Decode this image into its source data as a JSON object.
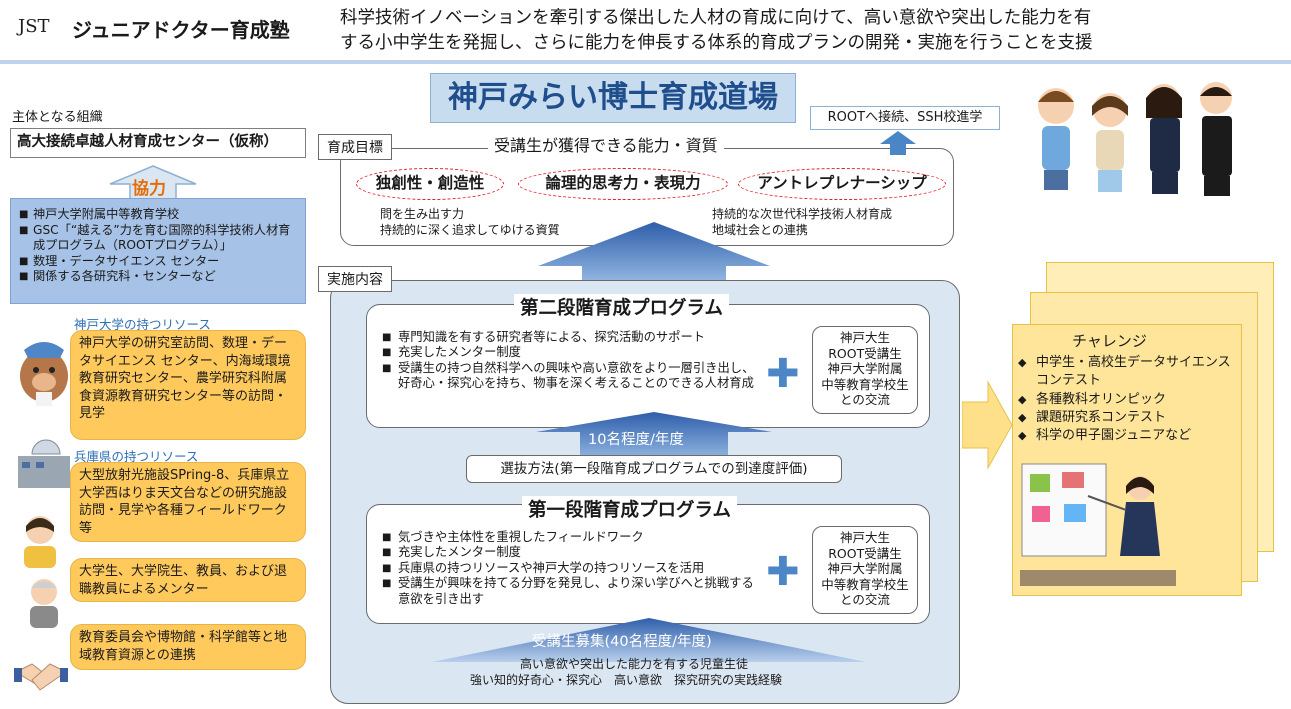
{
  "header": {
    "org": "JST",
    "program": "ジュニアドクター育成塾",
    "description_line1": "科学技術イノベーションを牽引する傑出した人材の育成に向けて、高い意欲や突出した能力を有",
    "description_line2": "する小中学生を発掘し、さらに能力を伸長する体系的育成プランの開発・実施を行うことを支援"
  },
  "main_title": "神戸みらい博士育成道場",
  "left": {
    "org_label": "主体となる組織",
    "org_name": "高大接続卓越人材育成センター（仮称）",
    "coop_label": "協力",
    "coop_items": [
      "神戸大学附属中等教育学校",
      "GSC「“越える”力を育む国際的科学技術人材育成プログラム（ROOTプログラム）」",
      "数理・データサイエンス センター",
      "関係する各研究科・センターなど"
    ],
    "kobe_res_label": "神戸大学の持つリソース",
    "kobe_res_text": "神戸大学の研究室訪問、数理・データサイエンス センター、内海域環境教育研究センター、農学研究科附属 食資源教育研究センター等の訪問・見学",
    "hyogo_res_label": "兵庫県の持つリソース",
    "hyogo_res_text": "大型放射光施設SPring-8、兵庫県立大学西はりま天文台などの研究施設訪問・見学や各種フィールドワーク等",
    "mentor_text": "大学生、大学院生、教員、および退職教員によるメンター",
    "edu_text": "教育委員会や博物館・科学館等と地域教育資源との連携"
  },
  "goals": {
    "tag": "育成目標",
    "title": "受講生が獲得できる能力・資質",
    "abilities": [
      "独創性・創造性",
      "論理的思考力・表現力",
      "アントレプレナーシップ"
    ],
    "left_text_1": "問を生み出す力",
    "left_text_2": "持続的に深く追求してゆける資質",
    "right_text_1": "持続的な次世代科学技術人材育成",
    "right_text_2": "地域社会との連携"
  },
  "implementation": {
    "tag": "実施内容",
    "stage2": {
      "title": "第二段階育成プログラム",
      "items": [
        "専門知識を有する研究者等による、探究活動のサポート",
        "充実したメンター制度",
        "受講生の持つ自然科学への興味や高い意欲をより一層引き出し、好奇心・探究心を持ち、物事を深く考えることのできる人材育成"
      ],
      "exchange": [
        "神戸大生",
        "ROOT受講生",
        "神戸大学附属",
        "中等教育学校生",
        "との交流"
      ]
    },
    "capacity2": "10名程度/年度",
    "selection": "選抜方法(第一段階育成プログラムでの到達度評価)",
    "stage1": {
      "title": "第一段階育成プログラム",
      "items": [
        "気づきや主体性を重視したフィールドワーク",
        "充実したメンター制度",
        "兵庫県の持つリソースや神戸大学の持つリソースを活用",
        "受講生が興味を持てる分野を発見し、より深い学びへと挑戦する意欲を引き出す"
      ],
      "exchange": [
        "神戸大生",
        "ROOT受講生",
        "神戸大学附属",
        "中等教育学校生",
        "との交流"
      ]
    },
    "recruit": "受講生募集(40名程度/年度)",
    "recruit_sub1": "高い意欲や突出した能力を有する児童生徒",
    "recruit_sub2": "強い知的好奇心・探究心　高い意欲　探究研究の実践経験"
  },
  "right": {
    "root_text": "ROOTへ接続、SSH校進学",
    "challenge_title": "チャレンジ",
    "challenges": [
      "中学生・高校生データサイエンスコンテスト",
      "各種教科オリンピック",
      "課題研究系コンテスト",
      "科学の甲子園ジュニアなど"
    ]
  },
  "colors": {
    "accent_blue": "#4472c4",
    "bubble_orange": "#ffc95c",
    "coop_blue": "#a6c2e6",
    "ellipse_red": "#e0202a",
    "challenge_yellow": "#ffe599"
  }
}
